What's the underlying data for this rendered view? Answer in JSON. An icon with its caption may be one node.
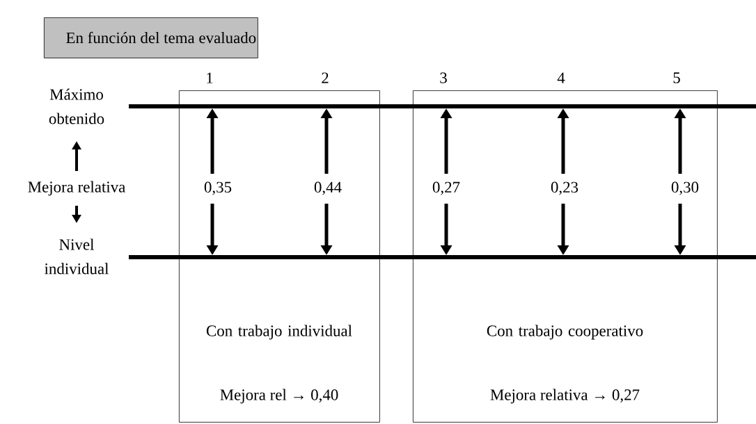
{
  "diagram": {
    "nodes": [
      {
        "text": [
          "En función del tema evaluado"
        ]
      },
      {
        "text": [
          "Con trabajo individual",
          "Mejora rel → 0,40"
        ]
      },
      {
        "text": [
          "Con trabajo cooperativo",
          "Mejora relativa → 0,27"
        ]
      }
    ],
    "labels": [
      "1",
      "2",
      "3",
      "4",
      "5",
      "Máximo obtenido",
      "Mejora relativa",
      "0,35",
      "0,44",
      "0,27",
      "0,23",
      "0,30",
      "Nivel individual"
    ]
  }
}
